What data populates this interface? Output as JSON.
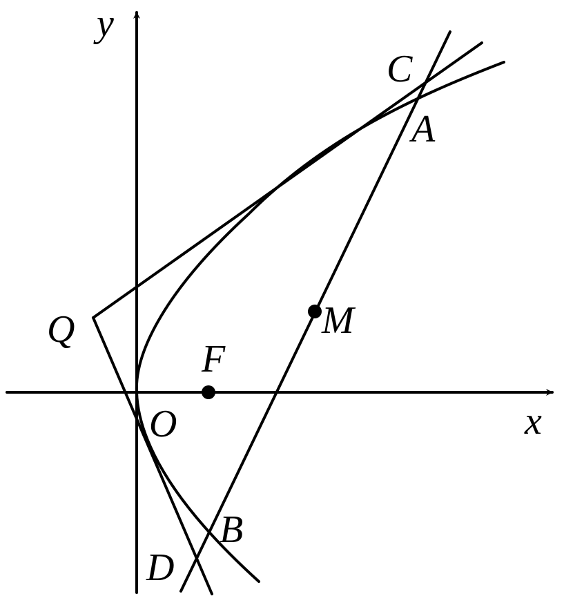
{
  "figure": {
    "axes": {
      "x_label": "x",
      "y_label": "y",
      "origin_label": "O"
    },
    "points": {
      "F": "F",
      "M": "M",
      "A": "A",
      "B": "B",
      "C": "C",
      "D": "D",
      "Q": "Q"
    },
    "colors": {
      "ink": "#000000",
      "background": "#ffffff"
    }
  }
}
